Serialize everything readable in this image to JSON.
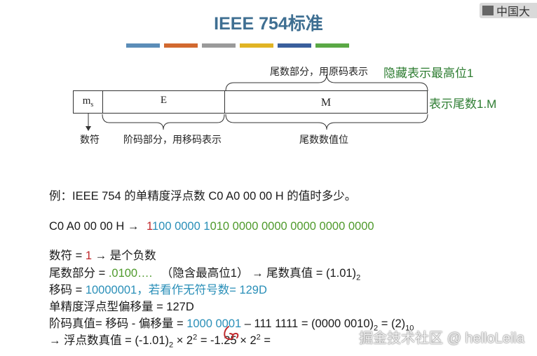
{
  "slide": {
    "title": "IEEE 754标准",
    "accent_bars": [
      "#5b8db8",
      "#d2692f",
      "#9a9a9a",
      "#e1b424",
      "#3a5f9c",
      "#5aa845"
    ],
    "logo_text": "中国大"
  },
  "diagram": {
    "field_ms": "m",
    "field_ms_sub": "s",
    "field_e": "E",
    "field_m": "M",
    "brace_top_label": "尾数部分，用原码表示",
    "hidden_bit_note": "隐藏表示最高位1",
    "represent_note": "表示尾数1.M",
    "sign_label": "数符",
    "exponent_label": "阶码部分，用移码表示",
    "mantissa_label": "尾数数值位"
  },
  "example": {
    "question": "例：IEEE 754 的单精度浮点数 C0 A0 00 00 H 的值时多少。",
    "hex_value": "C0 A0 00 00 H",
    "arrow": "→",
    "bits_sign": "1",
    "bits_exp_a": "100 0000 ",
    "bits_exp_b": "1",
    "bits_mantissa": "010 0000 0000 0000 0000 0000"
  },
  "steps": {
    "sign_prefix": "数符 = ",
    "sign_value": "1",
    "sign_suffix": "→ 是个负数",
    "mant_prefix": "尾数部分 = ",
    "mant_value": ".0100….",
    "mant_paren": "（隐含最高位1）",
    "mant_true": "→ 尾数真值 = (1.01)",
    "mant_sub": "2",
    "bias_prefix": "移码 = ",
    "bias_value": "10000001",
    "bias_unsigned": "，若看作无符号数= 129D",
    "offset_line": "单精度浮点型偏移量 = 127D",
    "exp_prefix": "阶码真值= 移码 - 偏移量 = ",
    "exp_value": "1000 0001",
    "exp_rest": " – 111 1111 = (0000 0010)",
    "exp_sub1": "2",
    "exp_eq": " = (2)",
    "exp_sub2": "10",
    "final_prefix": "→  浮点数真值 = (-1.01)",
    "final_sub": "2",
    "final_rest": " × 2",
    "final_sup": "2",
    "final_tail": " = -1.25 × 2",
    "final_sup2": "2",
    "final_eq": " = "
  },
  "watermark": "掘金技术社区 @ helloLeila"
}
